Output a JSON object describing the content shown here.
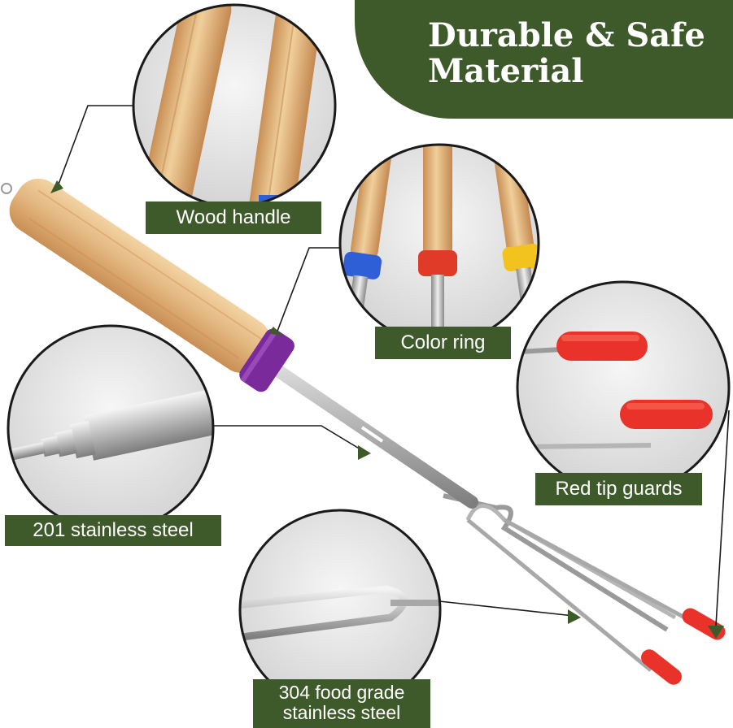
{
  "banner": {
    "line1": "Durable & Safe",
    "line2": "Material"
  },
  "callouts": {
    "wood_handle": "Wood handle",
    "color_ring": "Color ring",
    "red_tip_guards": "Red tip guards",
    "steel_201": "201 stainless steel",
    "steel_304_line1": "304 food grade",
    "steel_304_line2": "stainless steel"
  },
  "colors": {
    "brand_green": "#3e5a2a",
    "ring_purple": "#7a2a9a",
    "ring_blue": "#2f5fd6",
    "ring_red": "#e03a28",
    "ring_yellow": "#f2c21f",
    "tip_red": "#e8322a",
    "wood": "#e2b57e"
  }
}
